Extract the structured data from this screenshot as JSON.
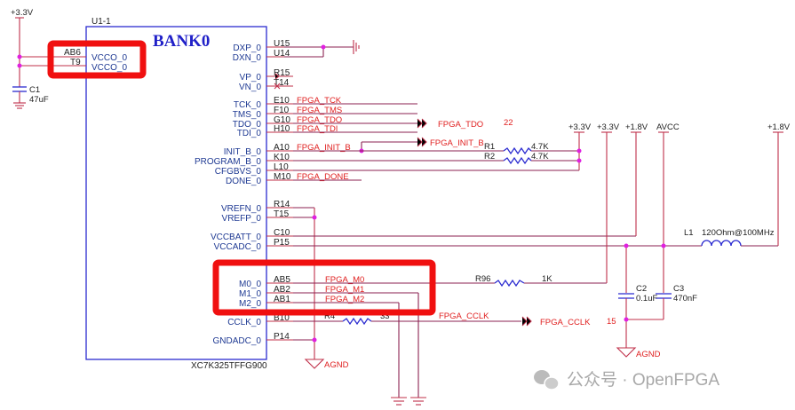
{
  "component": {
    "ref": "U1-1",
    "bank": "BANK0",
    "part": "XC7K325TFFG900"
  },
  "left_pins": [
    {
      "num": "AB6",
      "name": "VCCO_0"
    },
    {
      "num": "T9",
      "name": "VCCO_0"
    }
  ],
  "right_pins": [
    {
      "name": "DXP_0",
      "num": "U15"
    },
    {
      "name": "DXN_0",
      "num": "U14"
    },
    {
      "name": "VP_0",
      "num": "R15"
    },
    {
      "name": "VN_0",
      "num": "T14"
    },
    {
      "name": "TCK_0",
      "num": "E10",
      "net": "FPGA_TCK"
    },
    {
      "name": "TMS_0",
      "num": "F10",
      "net": "FPGA_TMS"
    },
    {
      "name": "TDO_0",
      "num": "G10",
      "net": "FPGA_TDO"
    },
    {
      "name": "TDI_0",
      "num": "H10",
      "net": "FPGA_TDI"
    },
    {
      "name": "INIT_B_0",
      "num": "A10",
      "net": "FPGA_INIT_B"
    },
    {
      "name": "PROGRAM_B_0",
      "num": "K10"
    },
    {
      "name": "CFGBVS_0",
      "num": "L10"
    },
    {
      "name": "DONE_0",
      "num": "M10",
      "net": "FPGA_DONE"
    },
    {
      "name": "VREFN_0",
      "num": "R14"
    },
    {
      "name": "VREFP_0",
      "num": "T15"
    },
    {
      "name": "VCCBATT_0",
      "num": "C10"
    },
    {
      "name": "VCCADC_0",
      "num": "P15"
    },
    {
      "name": "M0_0",
      "num": "AB5",
      "net": "FPGA_M0"
    },
    {
      "name": "M1_0",
      "num": "AB2",
      "net": "FPGA_M1"
    },
    {
      "name": "M2_0",
      "num": "AB1",
      "net": "FPGA_M2"
    },
    {
      "name": "CCLK_0",
      "num": "B10"
    },
    {
      "name": "GNDADC_0",
      "num": "P14"
    }
  ],
  "power": {
    "v33_a": "+3.3V",
    "v33_b": "+3.3V",
    "v33_c": "+3.3V",
    "v18_a": "+1.8V",
    "v18_b": "+1.8V",
    "avcc": "AVCC",
    "agnd_a": "AGND",
    "agnd_b": "AGND"
  },
  "parts": {
    "c1": {
      "ref": "C1",
      "value": "47uF"
    },
    "c2": {
      "ref": "C2",
      "value": "0.1uF"
    },
    "c3": {
      "ref": "C3",
      "value": "470nF"
    },
    "r1": {
      "ref": "R1",
      "value": "4.7K"
    },
    "r2": {
      "ref": "R2",
      "value": "4.7K"
    },
    "r4": {
      "ref": "R4",
      "value": "33"
    },
    "r96": {
      "ref": "R96",
      "value": "1K"
    },
    "l1": {
      "ref": "L1",
      "value": "120Ohm@100MHz"
    }
  },
  "ports": {
    "tdo": "FPGA_TDO",
    "tdo_num": "22",
    "init_b": "FPGA_INIT_B",
    "cclk_net": "FPGA_CCLK",
    "cclk_port": "FPGA_CCLK",
    "cclk_num": "15"
  },
  "watermark": "公众号 · OpenFPGA",
  "colors": {
    "highlight": "#f01010",
    "net": "#e02020",
    "pin_text": "#1f3a93",
    "wire": "#8b2252"
  }
}
